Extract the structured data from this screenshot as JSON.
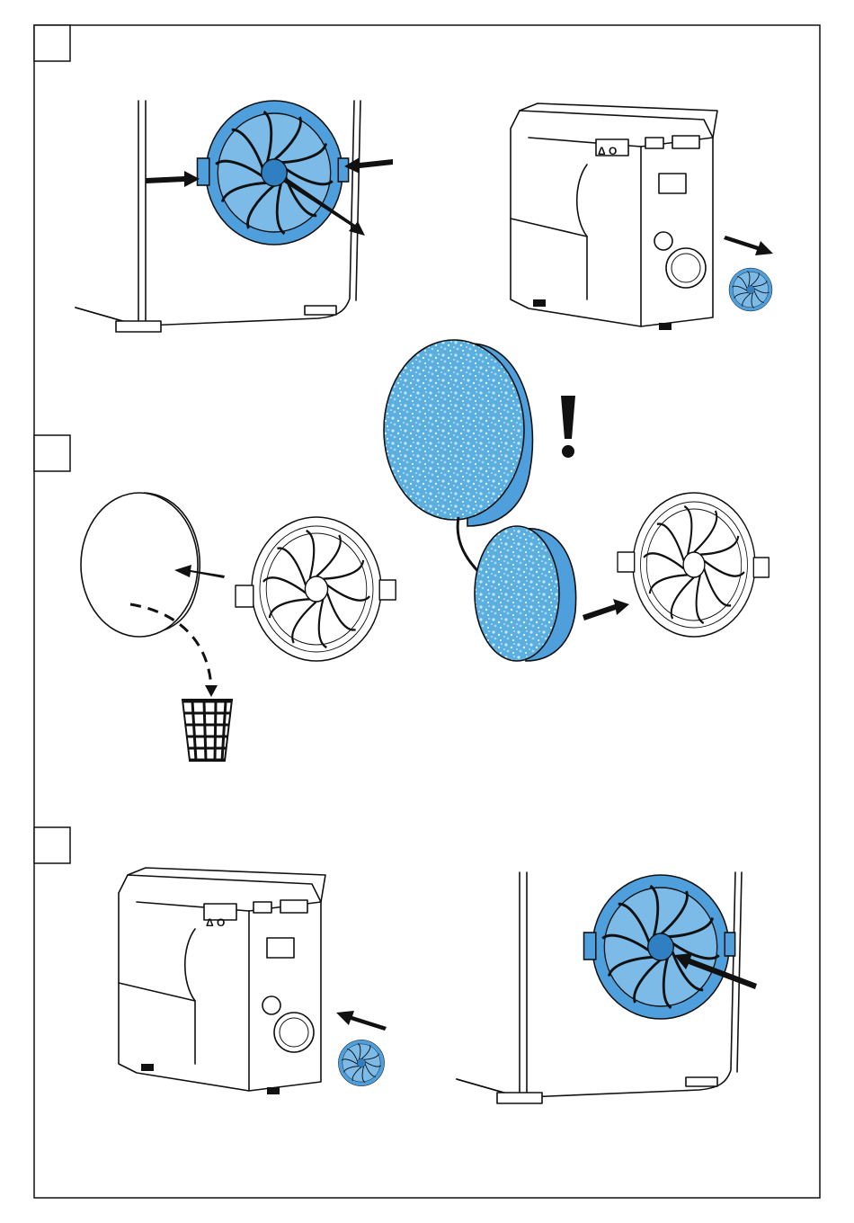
{
  "steps": [
    {
      "id": "step-1",
      "label": ""
    },
    {
      "id": "step-2",
      "label": ""
    },
    {
      "id": "step-3",
      "label": ""
    }
  ],
  "device_panel": {
    "warning_symbols": "Δ O"
  },
  "colors": {
    "filter_blue": "#4f9fdc",
    "filter_blue_dark": "#2f7fc2",
    "foam_light": "#9fd0ef",
    "line": "#111111"
  },
  "icons": [
    "fan-filter-icon",
    "foam-pad-icon",
    "trash-basket-icon",
    "warning-exclamation-icon",
    "arrow-icon"
  ]
}
